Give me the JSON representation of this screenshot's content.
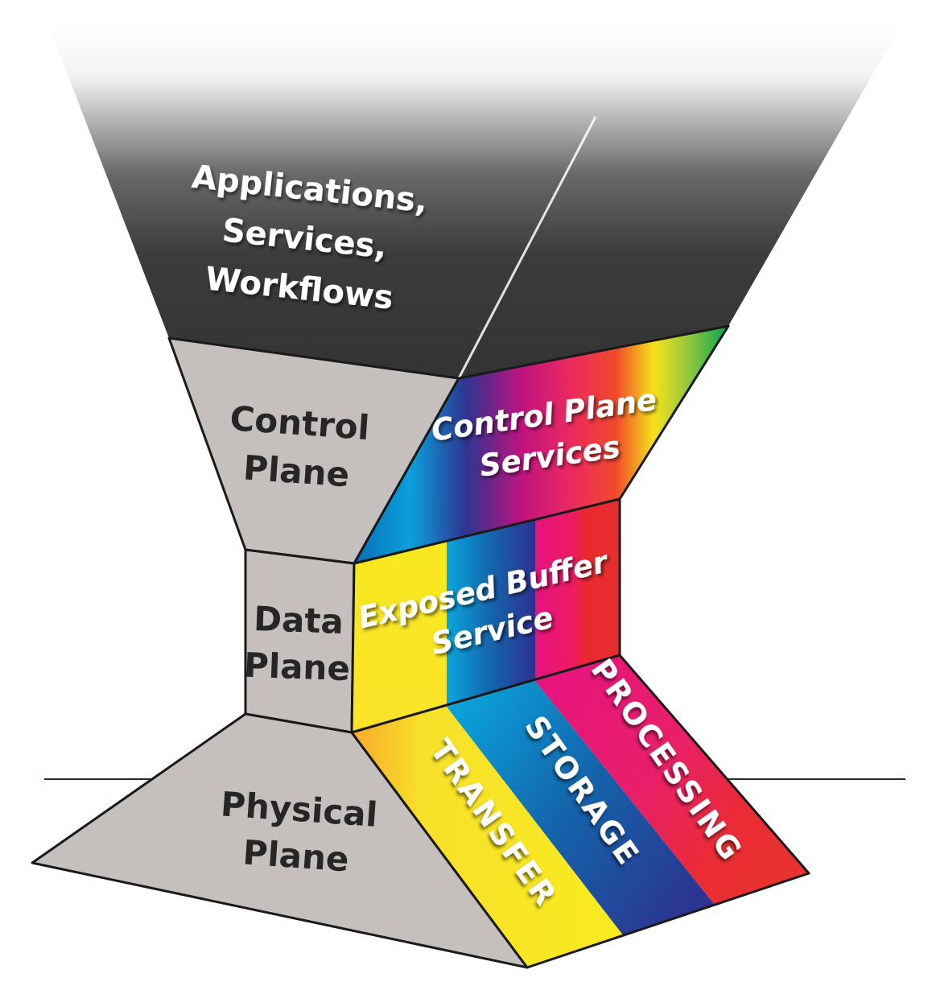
{
  "applications": {
    "lines": [
      "Applications,",
      "Services,",
      "Workflows"
    ]
  },
  "control_plane": {
    "lines": [
      "Control",
      "Plane"
    ],
    "services_lines": [
      "Control Plane",
      "Services"
    ]
  },
  "data_plane": {
    "lines": [
      "Data",
      "Plane"
    ],
    "buffer_lines": [
      "Exposed Buffer",
      "Service"
    ]
  },
  "physical_plane": {
    "lines": [
      "Physical",
      "Plane"
    ],
    "resources": [
      "TRANSFER",
      "STORAGE",
      "PROCESSING"
    ]
  },
  "colors": {
    "plane_gray": "#c5bfbe",
    "top_dark": "#3a3a3a",
    "yellow": "#f7e21c",
    "blue": "#1680c4",
    "magenta": "#e5137f",
    "red": "#e8322e"
  }
}
